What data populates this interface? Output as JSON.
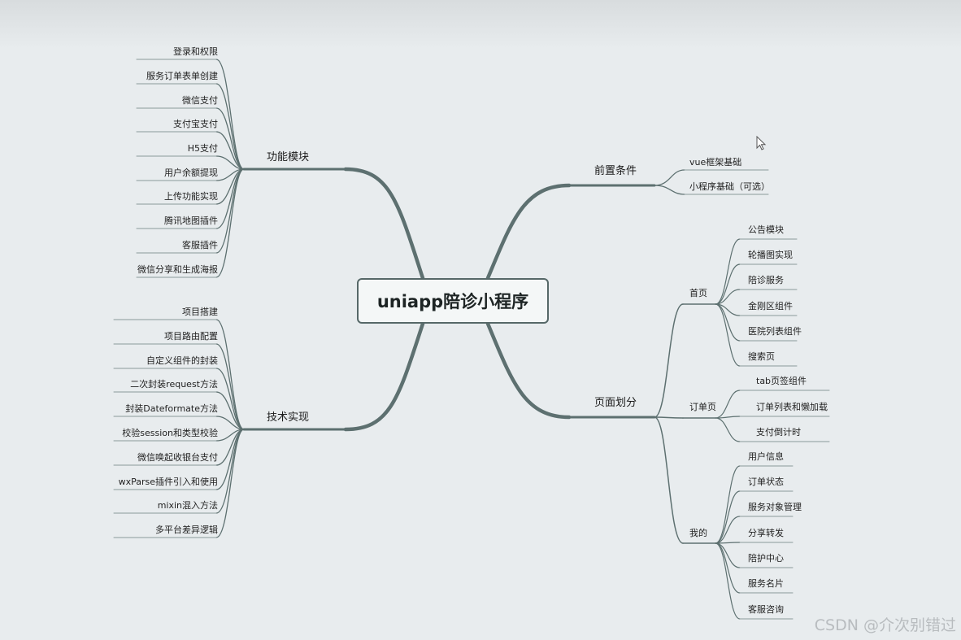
{
  "root": "uniapp陪诊小程序",
  "left": [
    {
      "label": "功能模块",
      "children": [
        "登录和权限",
        "服务订单表单创建",
        "微信支付",
        "支付宝支付",
        "H5支付",
        "用户余额提现",
        "上传功能实现",
        "腾讯地图插件",
        "客服插件",
        "微信分享和生成海报"
      ]
    },
    {
      "label": "技术实现",
      "children": [
        "项目搭建",
        "项目路由配置",
        "自定义组件的封装",
        "二次封装request方法",
        "封装Dateformate方法",
        "校验session和类型校验",
        "微信唤起收银台支付",
        "wxParse插件引入和使用",
        "mixin混入方法",
        "多平台差异逻辑"
      ]
    }
  ],
  "right": [
    {
      "label": "前置条件",
      "children": [
        "vue框架基础",
        "小程序基础（可选）"
      ]
    },
    {
      "label": "页面划分",
      "groups": [
        {
          "label": "首页",
          "children": [
            "公告模块",
            "轮播图实现",
            "陪诊服务",
            "金刚区组件",
            "医院列表组件",
            "搜索页"
          ]
        },
        {
          "label": "订单页",
          "children": [
            "tab页签组件",
            "订单列表和懒加载",
            "支付倒计时"
          ]
        },
        {
          "label": "我的",
          "children": [
            "用户信息",
            "订单状态",
            "服务对象管理",
            "分享转发",
            "陪护中心",
            "服务名片",
            "客服咨询"
          ]
        }
      ]
    }
  ],
  "watermark": "CSDN @介次别错过",
  "colors": {
    "line": "#5d7070",
    "underline": "#8a9a9a",
    "background": "#e8ecee"
  }
}
